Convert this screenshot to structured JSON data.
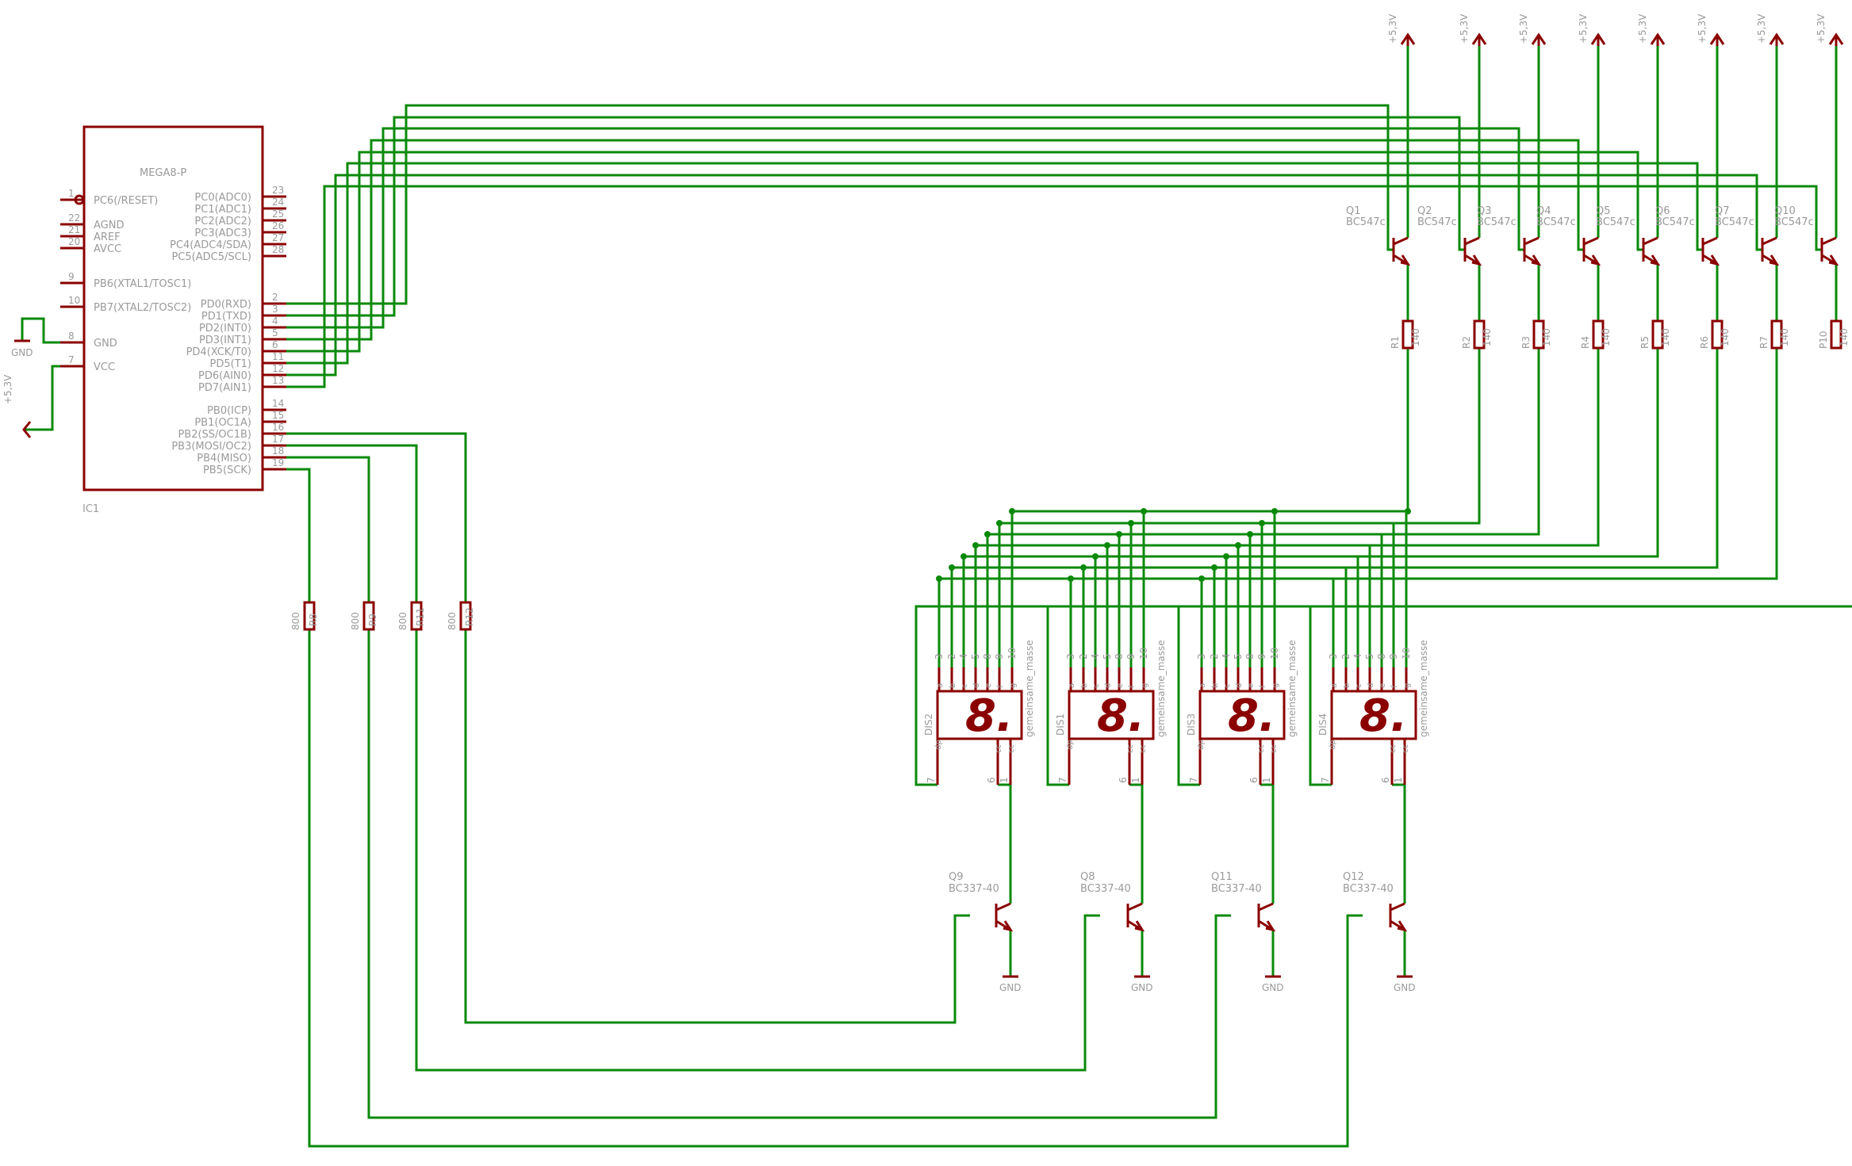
{
  "ic": {
    "name": "MEGA8-P",
    "ref": "IC1",
    "left_pins": [
      {
        "num": "1",
        "label": "PC6(/RESET)"
      },
      {
        "num": "22",
        "label": "AGND"
      },
      {
        "num": "21",
        "label": "AREF"
      },
      {
        "num": "20",
        "label": "AVCC"
      },
      {
        "num": "9",
        "label": "PB6(XTAL1/TOSC1)"
      },
      {
        "num": "10",
        "label": "PB7(XTAL2/TOSC2)"
      },
      {
        "num": "8",
        "label": "GND"
      },
      {
        "num": "7",
        "label": "VCC"
      }
    ],
    "right_pins": [
      {
        "num": "23",
        "label": "PC0(ADC0)"
      },
      {
        "num": "24",
        "label": "PC1(ADC1)"
      },
      {
        "num": "25",
        "label": "PC2(ADC2)"
      },
      {
        "num": "26",
        "label": "PC3(ADC3)"
      },
      {
        "num": "27",
        "label": "PC4(ADC4/SDA)"
      },
      {
        "num": "28",
        "label": "PC5(ADC5/SCL)"
      },
      {
        "num": "2",
        "label": "PD0(RXD)"
      },
      {
        "num": "3",
        "label": "PD1(TXD)"
      },
      {
        "num": "4",
        "label": "PD2(INT0)"
      },
      {
        "num": "5",
        "label": "PD3(INT1)"
      },
      {
        "num": "6",
        "label": "PD4(XCK/T0)"
      },
      {
        "num": "11",
        "label": "PD5(T1)"
      },
      {
        "num": "12",
        "label": "PD6(AIN0)"
      },
      {
        "num": "13",
        "label": "PD7(AIN1)"
      },
      {
        "num": "14",
        "label": "PB0(ICP)"
      },
      {
        "num": "15",
        "label": "PB1(OC1A)"
      },
      {
        "num": "16",
        "label": "PB2(SS/OC1B)"
      },
      {
        "num": "17",
        "label": "PB3(MOSI/OC2)"
      },
      {
        "num": "18",
        "label": "PB4(MISO)"
      },
      {
        "num": "19",
        "label": "PB5(SCK)"
      }
    ]
  },
  "power": {
    "vcc": "+5,3V",
    "gnd": "GND"
  },
  "segment_drivers": [
    {
      "ref": "Q1",
      "type": "BC547c",
      "res": "R1",
      "val": "140"
    },
    {
      "ref": "Q2",
      "type": "BC547c",
      "res": "R2",
      "val": "140"
    },
    {
      "ref": "Q3",
      "type": "BC547c",
      "res": "R3",
      "val": "140"
    },
    {
      "ref": "Q4",
      "type": "BC547c",
      "res": "R4",
      "val": "140"
    },
    {
      "ref": "Q5",
      "type": "BC547c",
      "res": "R5",
      "val": "140"
    },
    {
      "ref": "Q6",
      "type": "BC547c",
      "res": "R6",
      "val": "140"
    },
    {
      "ref": "Q7",
      "type": "BC547c",
      "res": "R7",
      "val": "140"
    },
    {
      "ref": "Q10",
      "type": "BC547c",
      "res": "P10",
      "val": "140"
    }
  ],
  "base_resistors": [
    {
      "ref": "R8",
      "val": "800"
    },
    {
      "ref": "R9",
      "val": "800"
    },
    {
      "ref": "R11",
      "val": "800"
    },
    {
      "ref": "R12",
      "val": "800"
    }
  ],
  "displays": [
    {
      "ref": "DIS2",
      "q": "Q9",
      "qtype": "BC337-40"
    },
    {
      "ref": "DIS1",
      "q": "Q8",
      "qtype": "BC337-40"
    },
    {
      "ref": "DIS3",
      "q": "Q11",
      "qtype": "BC337-40"
    },
    {
      "ref": "DIS4",
      "q": "Q12",
      "qtype": "BC337-40"
    }
  ],
  "display_pins": {
    "top": [
      "3",
      "2",
      "4",
      "5",
      "8",
      "9",
      "10"
    ],
    "top_inner": [
      "a",
      "b",
      "c",
      "d",
      "e",
      "f",
      "g"
    ],
    "dp_pin": "7",
    "dp_inner": "dp",
    "cc_pins": [
      "6",
      "1"
    ],
    "cc_inner": "cc",
    "digit": "8.",
    "common_label": "gemeinsame_masse"
  }
}
